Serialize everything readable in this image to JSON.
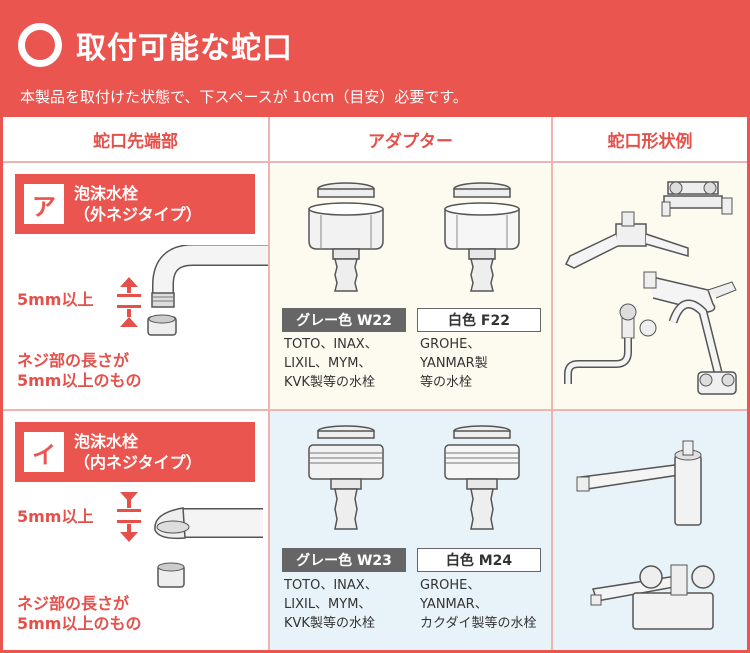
{
  "header": {
    "title": "取付可能な蛇口",
    "subtitle": "本製品を取付けた状態で、下スペースが 10cm（目安）必要です。"
  },
  "table": {
    "col_headers": [
      "蛇口先端部",
      "アダプター",
      "蛇口形状例"
    ]
  },
  "rows": [
    {
      "letter": "ア",
      "type_line1": "泡沫水栓",
      "type_line2": "（外ネジタイプ）",
      "measure": "5mm以上",
      "note_line1": "ネジ部の長さが",
      "note_line2": "5mm以上のもの",
      "adapter_gray": "グレー色 W22",
      "adapter_white": "白色 F22",
      "maker_gray": [
        "TOTO、INAX、",
        "LIXIL、MYM、",
        "KVK製等の水栓"
      ],
      "maker_white": [
        "GROHE、",
        "YANMAR製",
        "等の水栓"
      ]
    },
    {
      "letter": "イ",
      "type_line1": "泡沫水栓",
      "type_line2": "（内ネジタイプ）",
      "measure": "5mm以上",
      "note_line1": "ネジ部の長さが",
      "note_line2": "5mm以上のもの",
      "adapter_gray": "グレー色 W23",
      "adapter_white": "白色 M24",
      "maker_gray": [
        "TOTO、INAX、",
        "LIXIL、MYM、",
        "KVK製等の水栓"
      ],
      "maker_white": [
        "GROHE、",
        "YANMAR、",
        "カクダイ製等の水栓"
      ]
    }
  ],
  "colors": {
    "brand_red": "#ea5550",
    "grid_pink": "#f0b4b0",
    "row1_bg": "#fdfbef",
    "row2_bg": "#e8f3f9",
    "tag_gray": "#666666"
  }
}
